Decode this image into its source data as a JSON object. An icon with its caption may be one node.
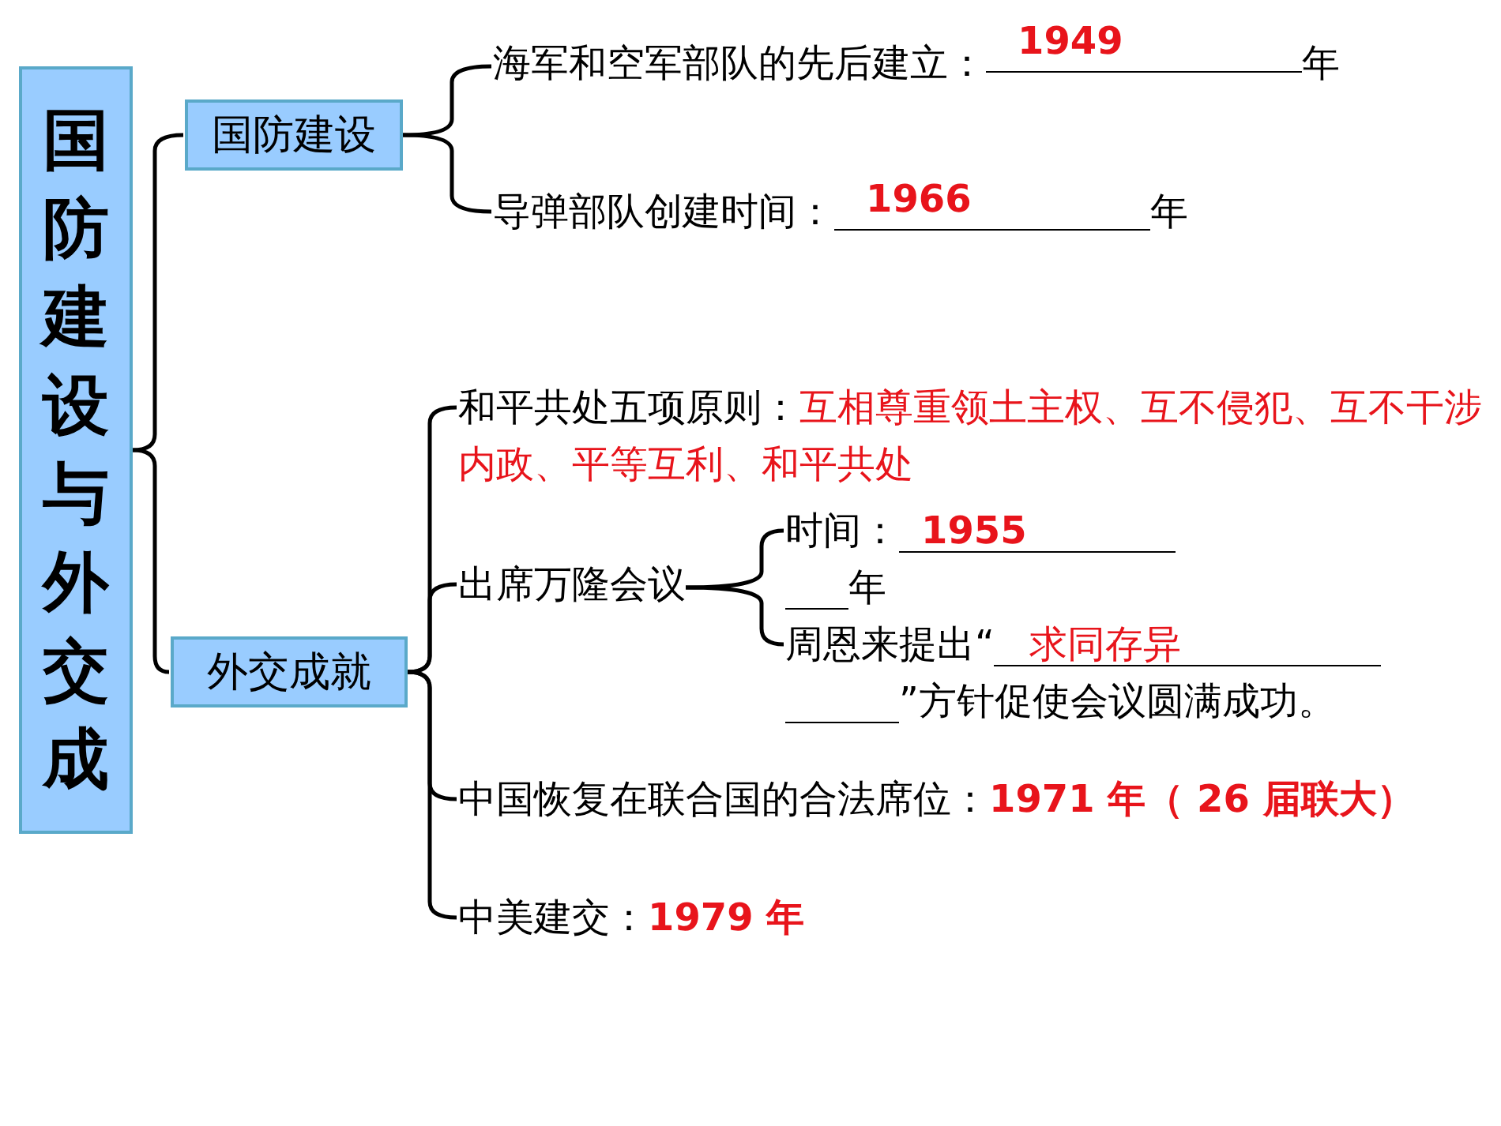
{
  "diagram": {
    "nodes": [
      {
        "text": [
          "国防建设与外交成"
        ]
      },
      {
        "text": [
          "国防建设"
        ]
      },
      {
        "text": [
          "外交成就"
        ]
      },
      {
        "text": [
          "海军和空军部队的先后建立：",
          "1949",
          "年"
        ]
      },
      {
        "text": [
          "导弹部队创建时间：",
          "1966",
          "年"
        ]
      },
      {
        "text": [
          "和平共处五项原则：",
          "互相尊重领土主权、互不侵犯、互不干涉内政、平等互利、和平共处"
        ]
      },
      {
        "text": [
          "出席万隆会议"
        ]
      },
      {
        "text": [
          "时间：",
          "1955",
          "年"
        ]
      },
      {
        "text": [
          "周恩来提出“",
          "求同存异",
          "”方针促使会议圆满成功。"
        ]
      },
      {
        "text": [
          "中国恢复在联合国的合法席位：",
          "1971 年（ 26 届联大）"
        ]
      },
      {
        "text": [
          "中美建交：",
          "1979 年"
        ]
      }
    ],
    "edges": [
      {
        "from": 0,
        "to": 1,
        "arrow": "none"
      },
      {
        "from": 0,
        "to": 2,
        "arrow": "none"
      },
      {
        "from": 1,
        "to": 3,
        "arrow": "none"
      },
      {
        "from": 1,
        "to": 4,
        "arrow": "none"
      },
      {
        "from": 2,
        "to": 5,
        "arrow": "none"
      },
      {
        "from": 2,
        "to": 6,
        "arrow": "none"
      },
      {
        "from": 2,
        "to": 9,
        "arrow": "none"
      },
      {
        "from": 2,
        "to": 10,
        "arrow": "none"
      },
      {
        "from": 6,
        "to": 7,
        "arrow": "none"
      },
      {
        "from": 6,
        "to": 8,
        "arrow": "none"
      }
    ]
  }
}
